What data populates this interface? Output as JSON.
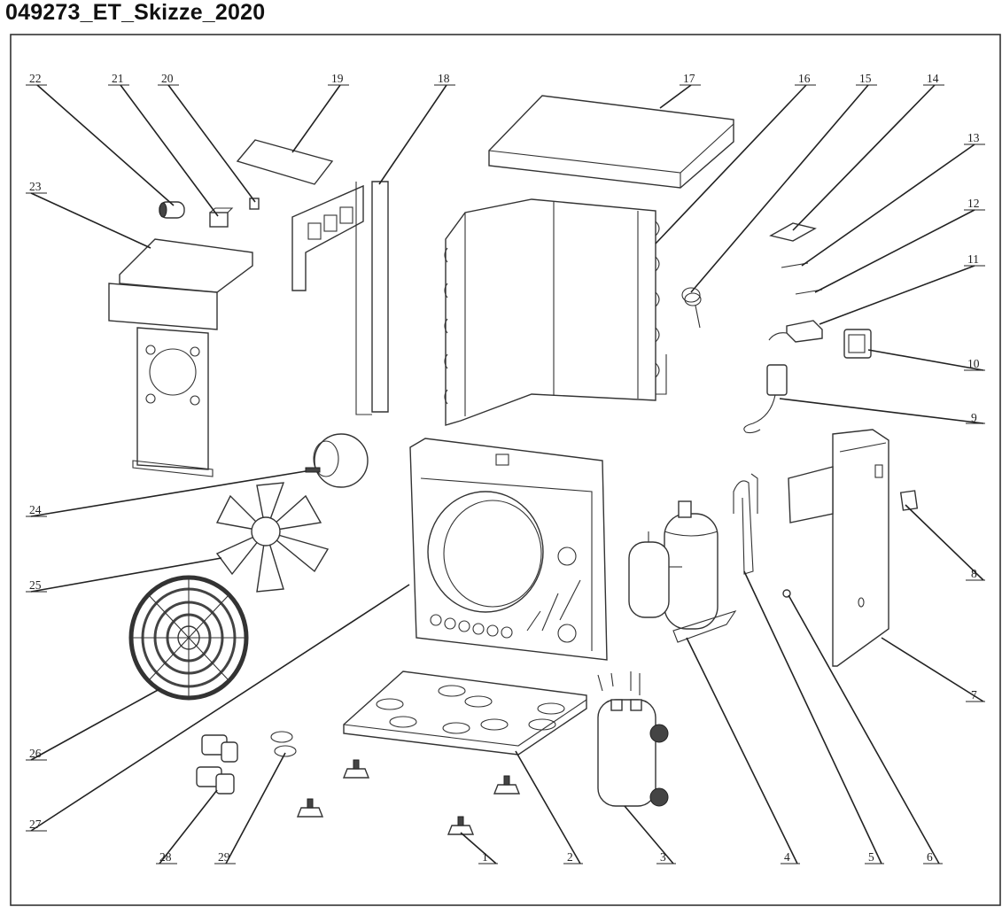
{
  "title": "049273_ET_Skizze_2020",
  "callouts": [
    {
      "label": "1"
    },
    {
      "label": "2"
    },
    {
      "label": "3"
    },
    {
      "label": "4"
    },
    {
      "label": "5"
    },
    {
      "label": "6"
    },
    {
      "label": "7"
    },
    {
      "label": "8"
    },
    {
      "label": "9"
    },
    {
      "label": "10"
    },
    {
      "label": "11"
    },
    {
      "label": "12"
    },
    {
      "label": "13"
    },
    {
      "label": "14"
    },
    {
      "label": "15"
    },
    {
      "label": "16"
    },
    {
      "label": "17"
    },
    {
      "label": "18"
    },
    {
      "label": "19"
    },
    {
      "label": "20"
    },
    {
      "label": "21"
    },
    {
      "label": "22"
    },
    {
      "label": "23"
    },
    {
      "label": "24"
    },
    {
      "label": "25"
    },
    {
      "label": "26"
    },
    {
      "label": "27"
    },
    {
      "label": "28"
    },
    {
      "label": "29"
    }
  ]
}
